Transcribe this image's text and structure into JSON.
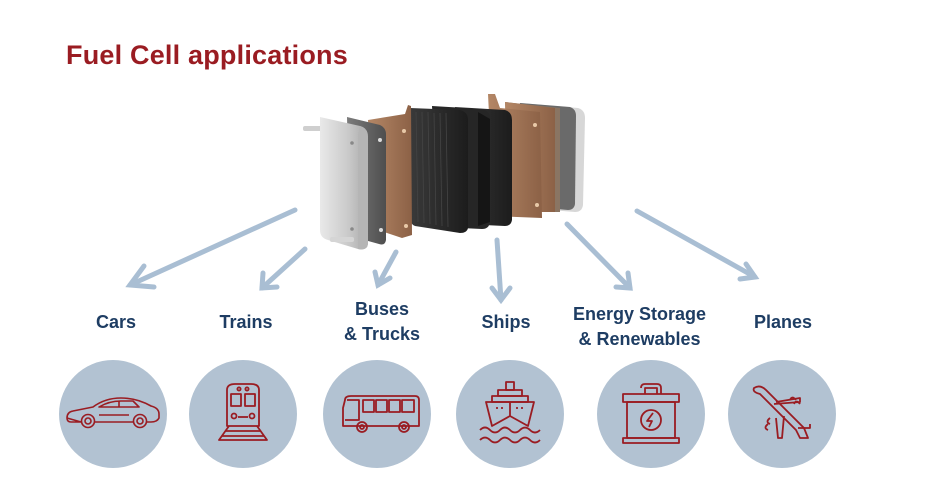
{
  "title": "Fuel Cell applications",
  "colors": {
    "title": "#9a1c22",
    "label": "#1e3d63",
    "circle": "#b2c2d2",
    "icon": "#9a1c22",
    "arrow": "#a9bed3"
  },
  "center_image": "fuel-cell-stack-exploded",
  "applications": [
    {
      "line1": "Cars",
      "line2": "",
      "icon": "car-icon"
    },
    {
      "line1": "Trains",
      "line2": "",
      "icon": "train-icon"
    },
    {
      "line1": "Buses",
      "line2": "& Trucks",
      "icon": "bus-icon"
    },
    {
      "line1": "Ships",
      "line2": "",
      "icon": "ship-icon"
    },
    {
      "line1": "Energy Storage",
      "line2": "& Renewables",
      "icon": "battery-icon"
    },
    {
      "line1": "Planes",
      "line2": "",
      "icon": "plane-icon"
    }
  ]
}
